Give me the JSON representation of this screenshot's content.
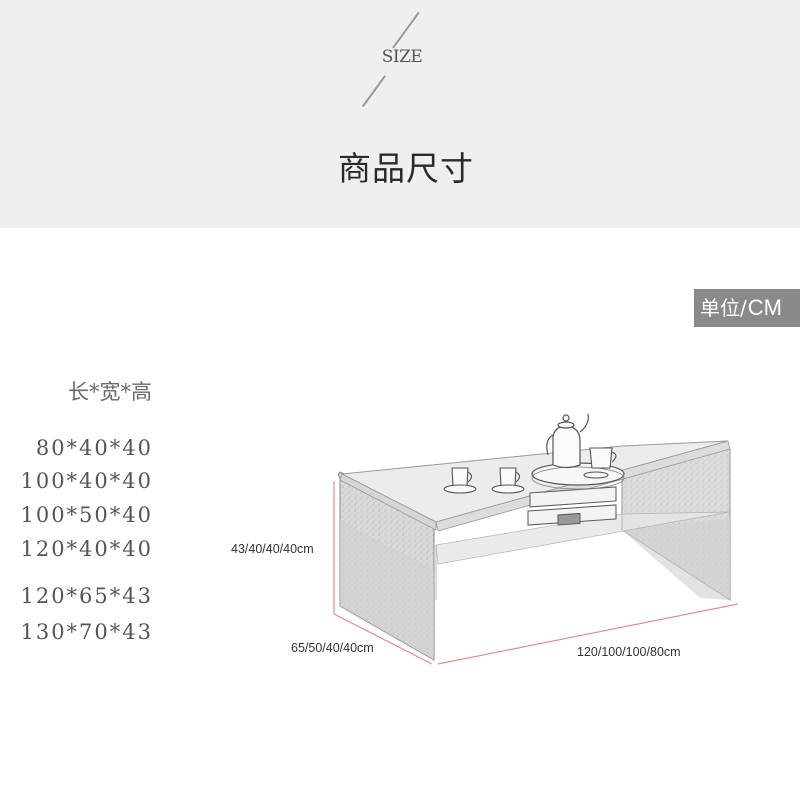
{
  "header": {
    "size_label": "SIZE",
    "title": "商品尺寸",
    "background": "#efefef"
  },
  "unit_badge": {
    "cn": "单位/",
    "en": "CM",
    "background": "#8a8a8a"
  },
  "dimensions": {
    "header": "长*宽*高",
    "options": [
      "80*40*40",
      "100*40*40",
      "100*50*40",
      "120*40*40",
      "120*65*43",
      "130*70*43"
    ]
  },
  "illustration": {
    "subject": "acrylic-coffee-table-with-tea-set",
    "height_label": "43/40/40/40cm",
    "depth_label": "65/50/40/40cm",
    "length_label": "120/100/100/80cm",
    "measure_line_color": "#e08a8f"
  }
}
